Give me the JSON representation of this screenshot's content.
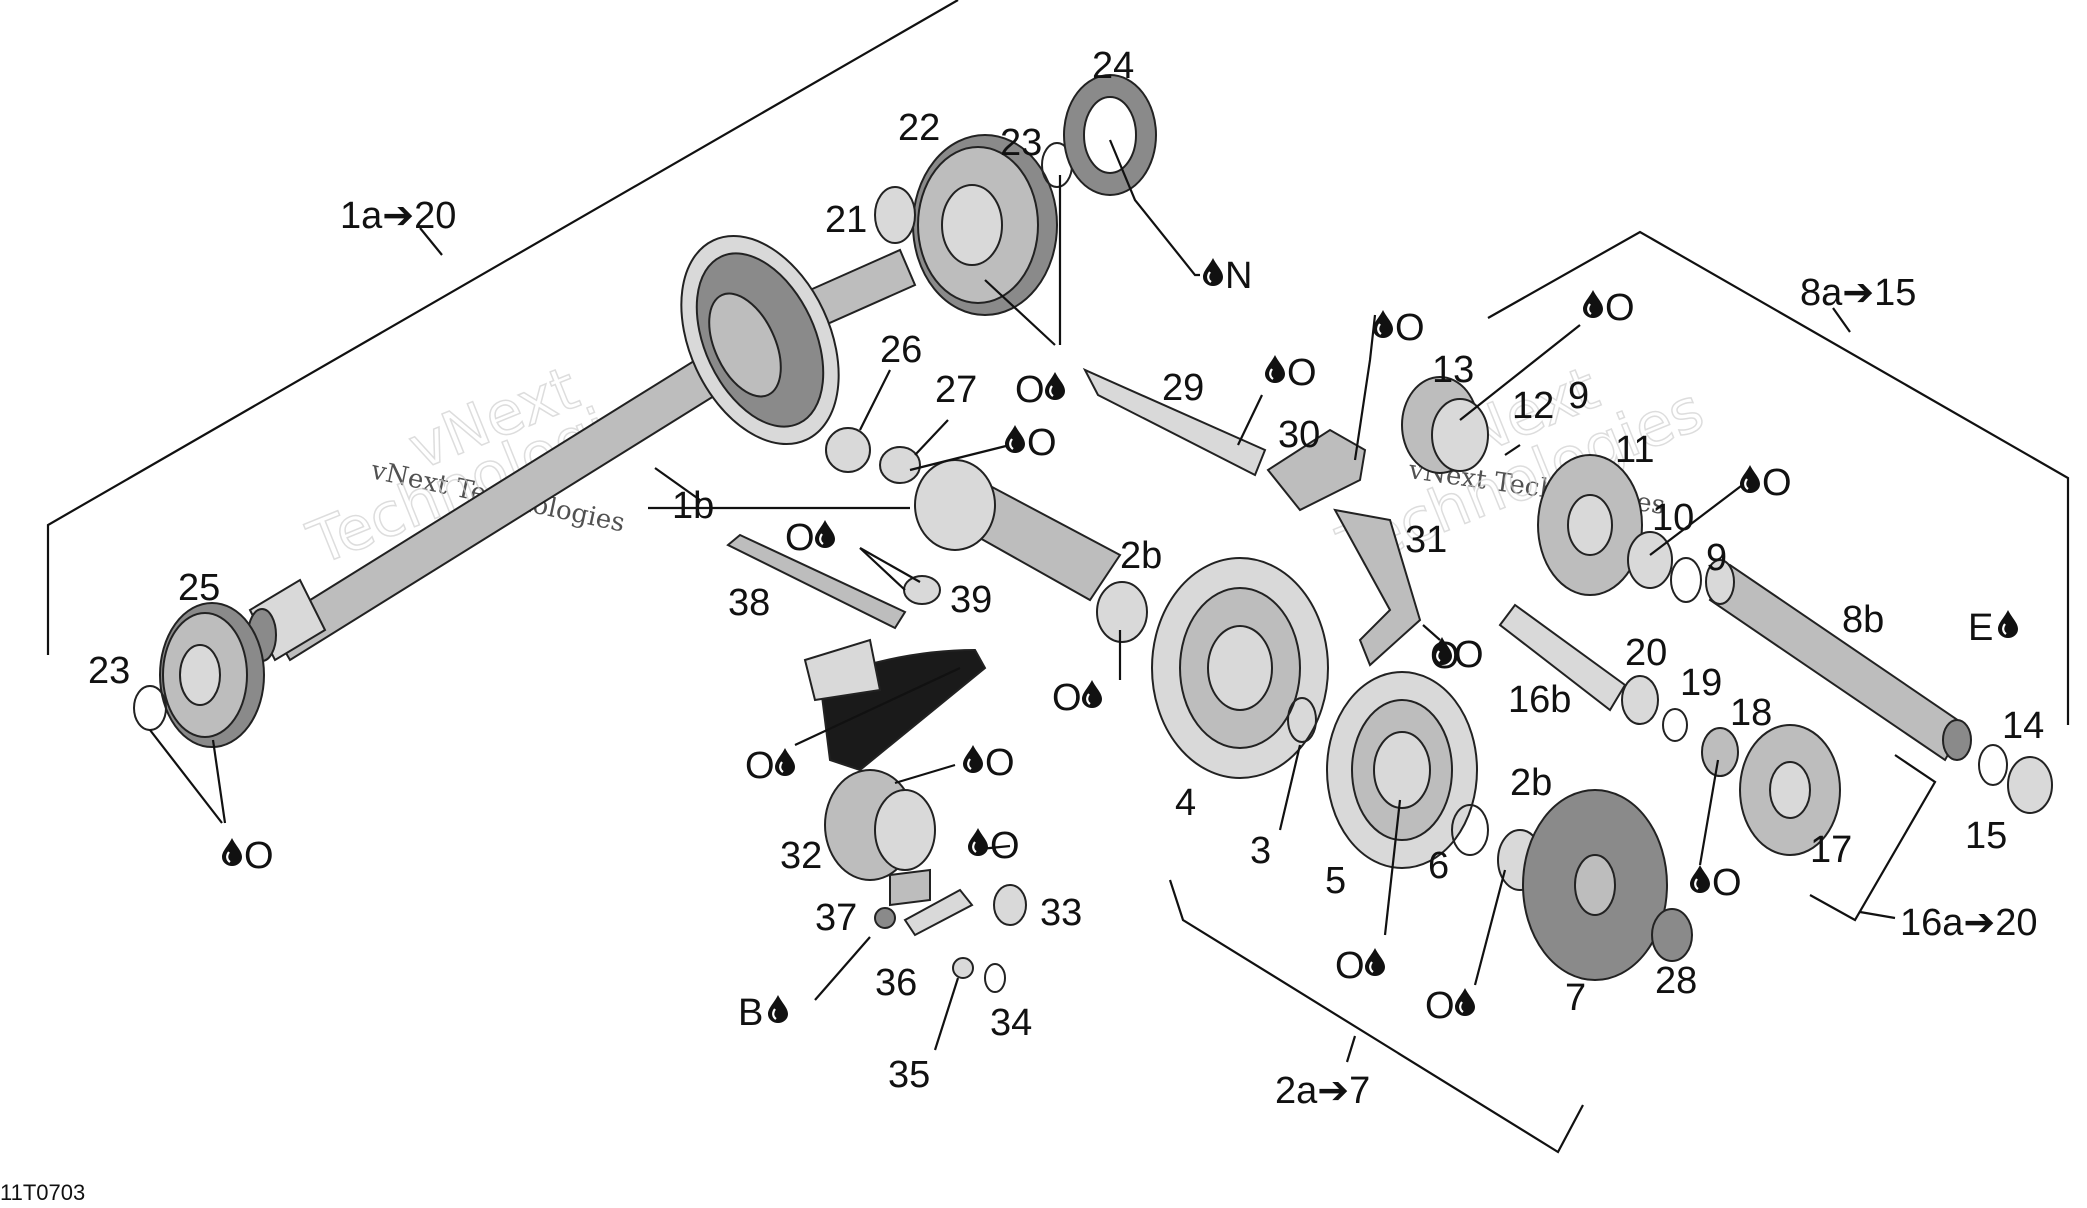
{
  "diagram": {
    "reference_code": "11T0703",
    "watermark": {
      "line1": "vNext Technologies",
      "line2": "vNext",
      "line3": "Technologies"
    },
    "group_labels": [
      "1a➔20",
      "8a➔15",
      "2a➔7",
      "16a➔20"
    ],
    "part_labels": [
      "24",
      "22",
      "23",
      "21",
      "26",
      "27",
      "29",
      "13",
      "12",
      "9",
      "11",
      "10",
      "9",
      "30",
      "31",
      "1b",
      "38",
      "39",
      "2b",
      "4",
      "3",
      "5",
      "6",
      "2b",
      "7",
      "28",
      "16b",
      "20",
      "19",
      "18",
      "17",
      "8b",
      "14",
      "15",
      "25",
      "23",
      "32",
      "33",
      "37",
      "36",
      "34",
      "35"
    ],
    "lube_labels": [
      "N",
      "O",
      "O",
      "O",
      "O",
      "O",
      "O",
      "O",
      "O",
      "O",
      "O",
      "O",
      "O",
      "O",
      "O",
      "O",
      "O",
      "O",
      "E",
      "B"
    ],
    "drop_icon": "oil-drop-icon"
  }
}
